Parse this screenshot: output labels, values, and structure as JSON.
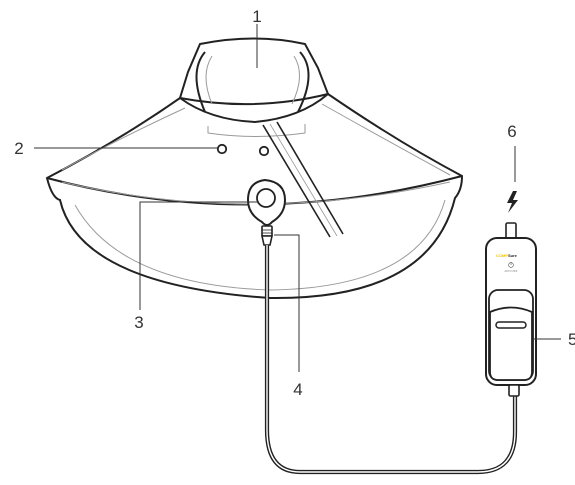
{
  "callouts": {
    "c1": "1",
    "c2": "2",
    "c3": "3",
    "c4": "4",
    "c5": "5",
    "c6": "6"
  },
  "controller": {
    "brand_accent": "COMF",
    "brand_rest": "Sure",
    "power_caption": "AUTO OFF"
  },
  "colors": {
    "stroke": "#222222",
    "inner_line": "#9a9a9a",
    "brand_accent": "#f2c200",
    "label": "#333333"
  }
}
